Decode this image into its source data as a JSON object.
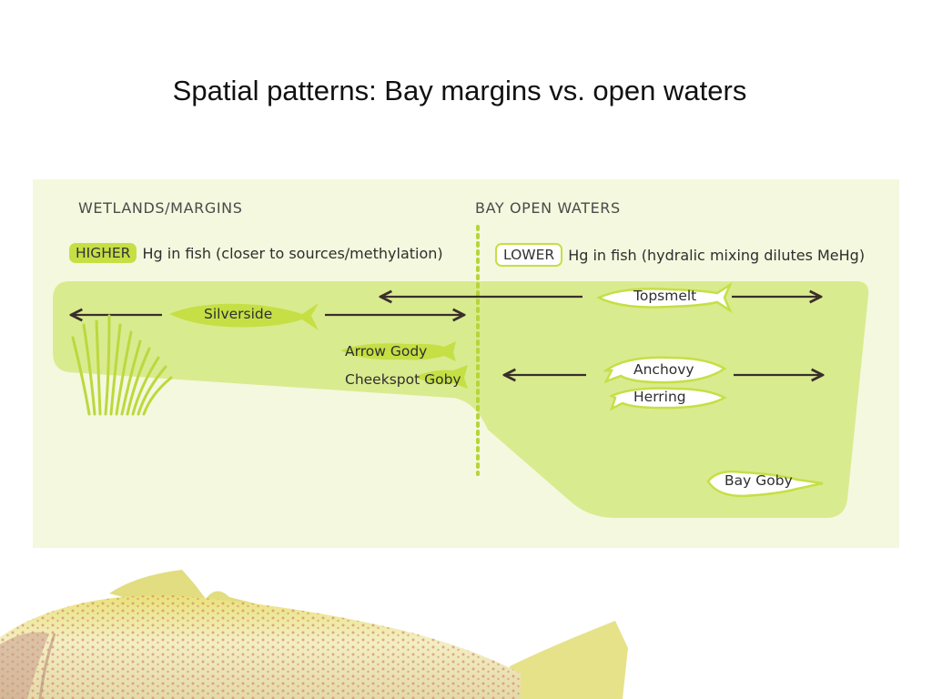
{
  "slide": {
    "title": "Spatial patterns: Bay margins vs. open waters"
  },
  "diagram": {
    "left_section": {
      "heading": "WETLANDS/MARGINS",
      "badge": "HIGHER",
      "description": "Hg in fish (closer to sources/methylation)"
    },
    "right_section": {
      "heading": "BAY OPEN WATERS",
      "badge": "LOWER",
      "description": "Hg in fish (hydralic mixing dilutes MeHg)"
    },
    "fish": {
      "silverside": "Silverside",
      "arrow_goby": "Arrow Gody",
      "cheekspot_goby": "Cheekspot Goby",
      "topsmelt": "Topsmelt",
      "anchovy": "Anchovy",
      "herring": "Herring",
      "bay_goby": "Bay Goby"
    },
    "colors": {
      "panel": "#f4f8de",
      "zone": "#d9eb8f",
      "accent": "#c5df45",
      "arrow": "#3a2e2a"
    }
  }
}
